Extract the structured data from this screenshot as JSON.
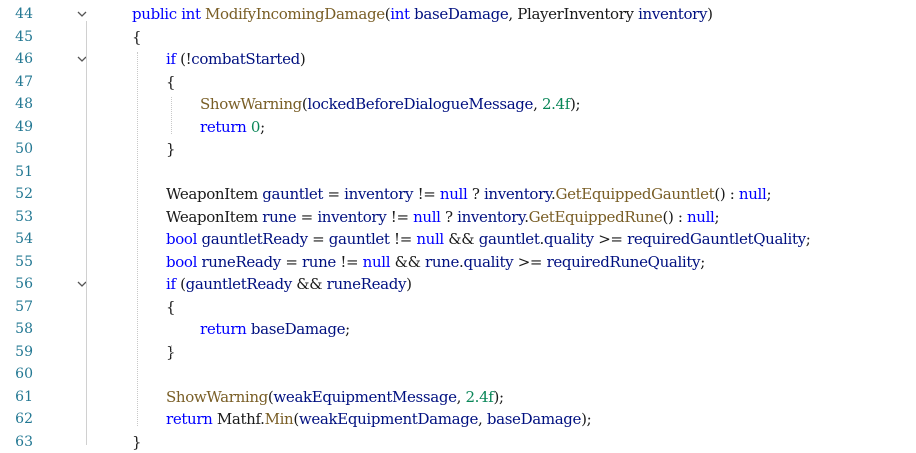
{
  "editor": {
    "lines": [
      {
        "n": "44",
        "fold": true,
        "indent": 0,
        "tokens": [
          [
            "kw",
            "public"
          ],
          [
            "pl",
            " "
          ],
          [
            "kw",
            "int"
          ],
          [
            "pl",
            " "
          ],
          [
            "fn",
            "ModifyIncomingDamage"
          ],
          [
            "pl",
            "("
          ],
          [
            "kw",
            "int"
          ],
          [
            "pl",
            " "
          ],
          [
            "id",
            "baseDamage"
          ],
          [
            "pl",
            ", "
          ],
          [
            "pl",
            "PlayerInventory"
          ],
          [
            "pl",
            " "
          ],
          [
            "id",
            "inventory"
          ],
          [
            "pl",
            ")"
          ]
        ]
      },
      {
        "n": "45",
        "fold": false,
        "indent": 0,
        "tokens": [
          [
            "pl",
            "{"
          ]
        ]
      },
      {
        "n": "46",
        "fold": true,
        "indent": 1,
        "tokens": [
          [
            "kw",
            "if"
          ],
          [
            "pl",
            " (!"
          ],
          [
            "id",
            "combatStarted"
          ],
          [
            "pl",
            ")"
          ]
        ]
      },
      {
        "n": "47",
        "fold": false,
        "indent": 1,
        "tokens": [
          [
            "pl",
            "{"
          ]
        ]
      },
      {
        "n": "48",
        "fold": false,
        "indent": 2,
        "tokens": [
          [
            "fn",
            "ShowWarning"
          ],
          [
            "pl",
            "("
          ],
          [
            "id",
            "lockedBeforeDialogueMessage"
          ],
          [
            "pl",
            ", "
          ],
          [
            "nm",
            "2.4f"
          ],
          [
            "pl",
            ");"
          ]
        ]
      },
      {
        "n": "49",
        "fold": false,
        "indent": 2,
        "tokens": [
          [
            "kw",
            "return"
          ],
          [
            "pl",
            " "
          ],
          [
            "nm",
            "0"
          ],
          [
            "pl",
            ";"
          ]
        ]
      },
      {
        "n": "50",
        "fold": false,
        "indent": 1,
        "tokens": [
          [
            "pl",
            "}"
          ]
        ]
      },
      {
        "n": "51",
        "fold": false,
        "indent": 1,
        "tokens": []
      },
      {
        "n": "52",
        "fold": false,
        "indent": 1,
        "tokens": [
          [
            "pl",
            "WeaponItem"
          ],
          [
            "pl",
            " "
          ],
          [
            "id",
            "gauntlet"
          ],
          [
            "pl",
            " = "
          ],
          [
            "id",
            "inventory"
          ],
          [
            "pl",
            " != "
          ],
          [
            "kw",
            "null"
          ],
          [
            "pl",
            " ? "
          ],
          [
            "id",
            "inventory"
          ],
          [
            "pl",
            "."
          ],
          [
            "fn",
            "GetEquippedGauntlet"
          ],
          [
            "pl",
            "() : "
          ],
          [
            "kw",
            "null"
          ],
          [
            "pl",
            ";"
          ]
        ]
      },
      {
        "n": "53",
        "fold": false,
        "indent": 1,
        "tokens": [
          [
            "pl",
            "WeaponItem"
          ],
          [
            "pl",
            " "
          ],
          [
            "id",
            "rune"
          ],
          [
            "pl",
            " = "
          ],
          [
            "id",
            "inventory"
          ],
          [
            "pl",
            " != "
          ],
          [
            "kw",
            "null"
          ],
          [
            "pl",
            " ? "
          ],
          [
            "id",
            "inventory"
          ],
          [
            "pl",
            "."
          ],
          [
            "fn",
            "GetEquippedRune"
          ],
          [
            "pl",
            "() : "
          ],
          [
            "kw",
            "null"
          ],
          [
            "pl",
            ";"
          ]
        ]
      },
      {
        "n": "54",
        "fold": false,
        "indent": 1,
        "tokens": [
          [
            "kw",
            "bool"
          ],
          [
            "pl",
            " "
          ],
          [
            "id",
            "gauntletReady"
          ],
          [
            "pl",
            " = "
          ],
          [
            "id",
            "gauntlet"
          ],
          [
            "pl",
            " != "
          ],
          [
            "kw",
            "null"
          ],
          [
            "pl",
            " && "
          ],
          [
            "id",
            "gauntlet"
          ],
          [
            "pl",
            "."
          ],
          [
            "id",
            "quality"
          ],
          [
            "pl",
            " >= "
          ],
          [
            "id",
            "requiredGauntletQuality"
          ],
          [
            "pl",
            ";"
          ]
        ]
      },
      {
        "n": "55",
        "fold": false,
        "indent": 1,
        "tokens": [
          [
            "kw",
            "bool"
          ],
          [
            "pl",
            " "
          ],
          [
            "id",
            "runeReady"
          ],
          [
            "pl",
            " = "
          ],
          [
            "id",
            "rune"
          ],
          [
            "pl",
            " != "
          ],
          [
            "kw",
            "null"
          ],
          [
            "pl",
            " && "
          ],
          [
            "id",
            "rune"
          ],
          [
            "pl",
            "."
          ],
          [
            "id",
            "quality"
          ],
          [
            "pl",
            " >= "
          ],
          [
            "id",
            "requiredRuneQuality"
          ],
          [
            "pl",
            ";"
          ]
        ]
      },
      {
        "n": "56",
        "fold": true,
        "indent": 1,
        "tokens": [
          [
            "kw",
            "if"
          ],
          [
            "pl",
            " ("
          ],
          [
            "id",
            "gauntletReady"
          ],
          [
            "pl",
            " && "
          ],
          [
            "id",
            "runeReady"
          ],
          [
            "pl",
            ")"
          ]
        ]
      },
      {
        "n": "57",
        "fold": false,
        "indent": 1,
        "tokens": [
          [
            "pl",
            "{"
          ]
        ]
      },
      {
        "n": "58",
        "fold": false,
        "indent": 2,
        "tokens": [
          [
            "kw",
            "return"
          ],
          [
            "pl",
            " "
          ],
          [
            "id",
            "baseDamage"
          ],
          [
            "pl",
            ";"
          ]
        ]
      },
      {
        "n": "59",
        "fold": false,
        "indent": 1,
        "tokens": [
          [
            "pl",
            "}"
          ]
        ]
      },
      {
        "n": "60",
        "fold": false,
        "indent": 1,
        "tokens": []
      },
      {
        "n": "61",
        "fold": false,
        "indent": 1,
        "tokens": [
          [
            "fn",
            "ShowWarning"
          ],
          [
            "pl",
            "("
          ],
          [
            "id",
            "weakEquipmentMessage"
          ],
          [
            "pl",
            ", "
          ],
          [
            "nm",
            "2.4f"
          ],
          [
            "pl",
            ");"
          ]
        ]
      },
      {
        "n": "62",
        "fold": false,
        "indent": 1,
        "tokens": [
          [
            "kw",
            "return"
          ],
          [
            "pl",
            " "
          ],
          [
            "pl",
            "Mathf"
          ],
          [
            "pl",
            "."
          ],
          [
            "fn",
            "Min"
          ],
          [
            "pl",
            "("
          ],
          [
            "id",
            "weakEquipmentDamage"
          ],
          [
            "pl",
            ", "
          ],
          [
            "id",
            "baseDamage"
          ],
          [
            "pl",
            ");"
          ]
        ]
      },
      {
        "n": "63",
        "fold": false,
        "indent": 0,
        "tokens": [
          [
            "pl",
            "}"
          ]
        ]
      }
    ],
    "icons": {
      "fold": "chevron-down-icon"
    },
    "colors": {
      "line_number": "#237893",
      "keyword": "#0000ff",
      "identifier": "#001080",
      "function": "#795e26",
      "number": "#098658",
      "text": "#1a1a1a"
    }
  }
}
